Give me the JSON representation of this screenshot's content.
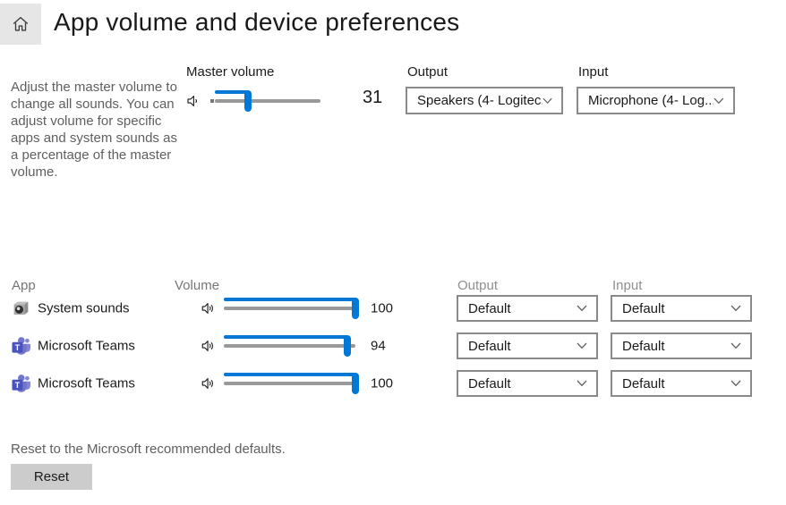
{
  "colors": {
    "accent": "#0078d7",
    "track": "#999999",
    "border": "#8a8a8a",
    "button_bg": "#cccccc",
    "header_tile_bg": "#e6e6e6",
    "text_primary": "#1a1a1a",
    "text_secondary": "#5f5f5f"
  },
  "header": {
    "title": "App volume and device preferences"
  },
  "intro": {
    "description": "Adjust the master volume to change all sounds. You can adjust volume for specific apps and system sounds as a percentage of the master volume."
  },
  "master": {
    "label": "Master volume",
    "volume": 31,
    "output": {
      "label": "Output",
      "value": "Speakers (4- Logitec..."
    },
    "input": {
      "label": "Input",
      "value": "Microphone (4- Log..."
    }
  },
  "apps": {
    "app_header": "App",
    "volume_header": "Volume",
    "output_header": "Output",
    "input_header": "Input",
    "rows": [
      {
        "name": "System sounds",
        "icon": "system-sounds-icon",
        "volume": 100,
        "output": "Default",
        "input": "Default"
      },
      {
        "name": "Microsoft Teams",
        "icon": "teams-icon",
        "volume": 94,
        "output": "Default",
        "input": "Default"
      },
      {
        "name": "Microsoft Teams",
        "icon": "teams-icon",
        "volume": 100,
        "output": "Default",
        "input": "Default"
      }
    ]
  },
  "footer": {
    "reset_caption": "Reset to the Microsoft recommended defaults.",
    "reset_button_label": "Reset"
  }
}
